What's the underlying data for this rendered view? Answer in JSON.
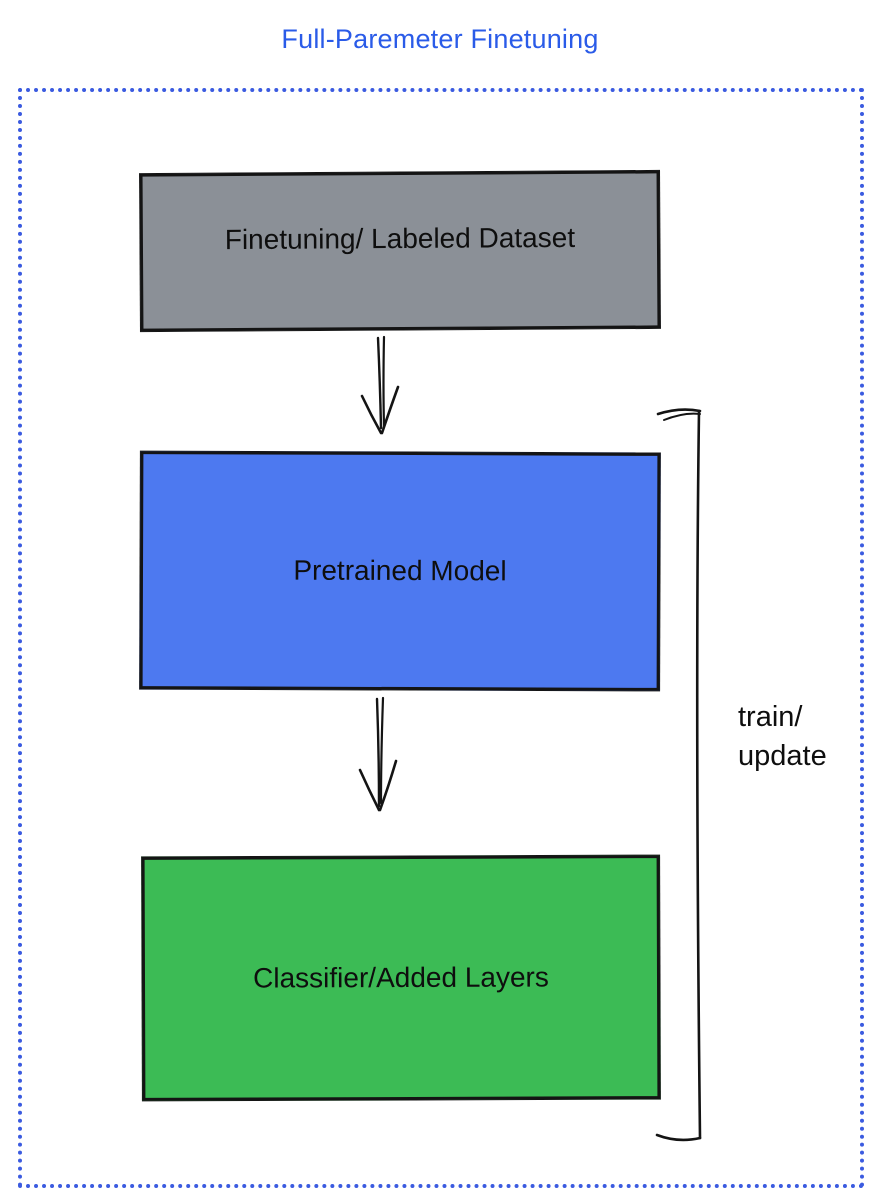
{
  "diagram": {
    "title": "Full-Paremeter Finetuning",
    "nodes": [
      {
        "id": "dataset",
        "label": "Finetuning/ Labeled Dataset"
      },
      {
        "id": "pretrained",
        "label": "Pretrained Model"
      },
      {
        "id": "classifier",
        "label": "Classifier/Added Layers"
      }
    ],
    "bracket": {
      "label_line1": "train/",
      "label_line2": "update"
    },
    "colors": {
      "title_color": "#2a5be8",
      "border_color": "#3b5be0",
      "dataset_fill": "#8b9097",
      "pretrained_fill": "#4d79f0",
      "classifier_fill": "#3cbb55",
      "stroke": "#141414",
      "text": "#0e0e0e"
    }
  }
}
